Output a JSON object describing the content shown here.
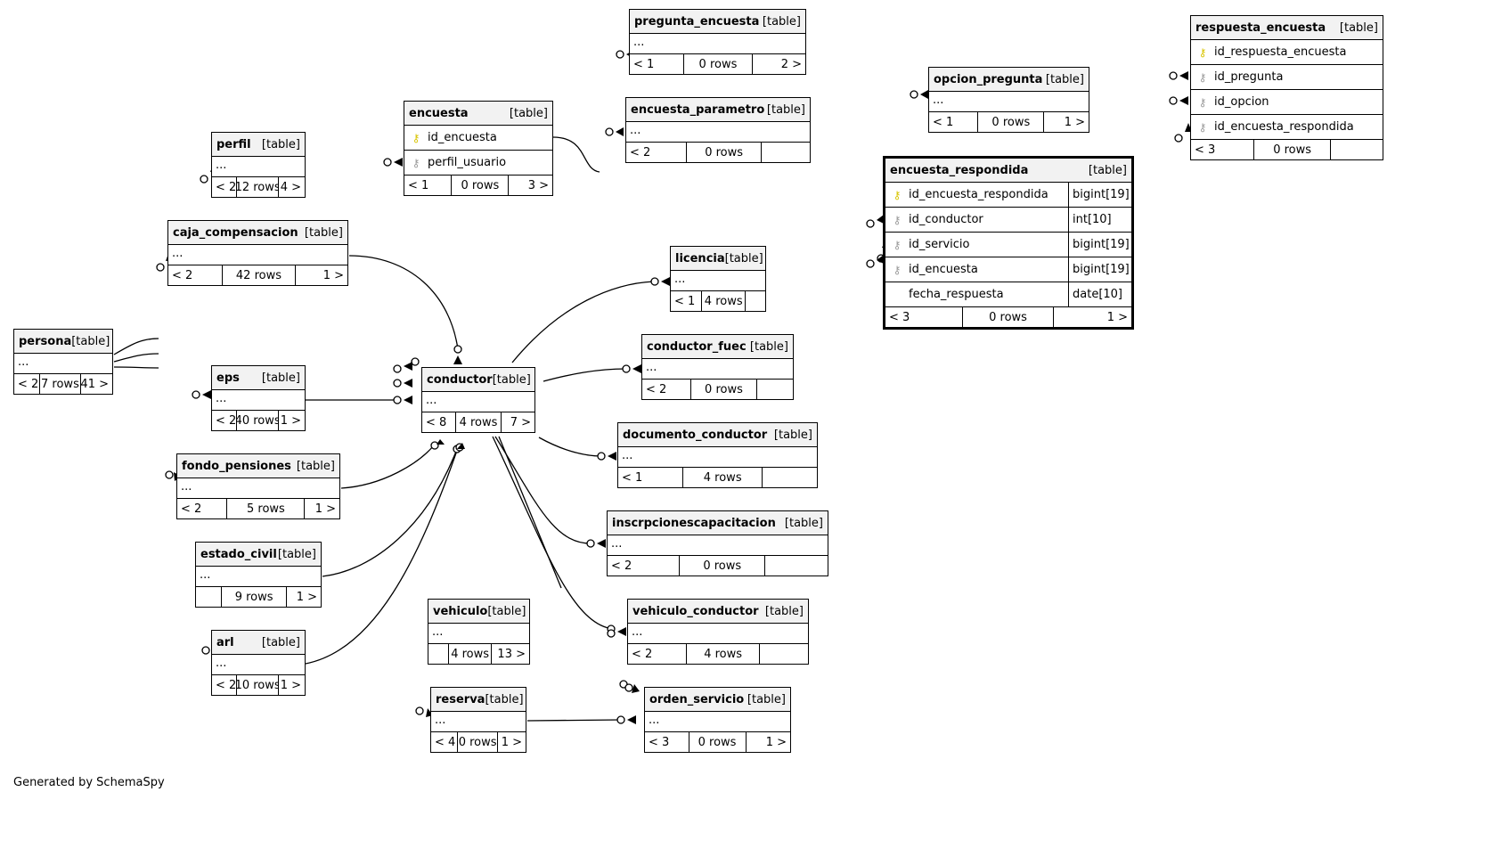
{
  "footer_note": "Generated by SchemaSpy",
  "tables": [
    {
      "id": "pregunta_encuesta",
      "name": "pregunta_encuesta",
      "type": "[table]",
      "columns": [],
      "stats": [
        "< 1",
        "0 rows",
        "2 >"
      ],
      "focus": false
    },
    {
      "id": "respuesta_encuesta",
      "name": "respuesta_encuesta",
      "type": "[table]",
      "columns": [
        {
          "name": "id_respuesta_encuesta",
          "key": "pk"
        },
        {
          "name": "id_pregunta",
          "key": "fk"
        },
        {
          "name": "id_opcion",
          "key": "fk"
        },
        {
          "name": "id_encuesta_respondida",
          "key": "fk"
        }
      ],
      "stats": [
        "< 3",
        "0 rows",
        ""
      ],
      "focus": false
    },
    {
      "id": "opcion_pregunta",
      "name": "opcion_pregunta",
      "type": "[table]",
      "columns": [],
      "stats": [
        "< 1",
        "0 rows",
        "1 >"
      ],
      "focus": false
    },
    {
      "id": "encuesta",
      "name": "encuesta",
      "type": "[table]",
      "columns": [
        {
          "name": "id_encuesta",
          "key": "pk"
        },
        {
          "name": "perfil_usuario",
          "key": "fk"
        }
      ],
      "stats": [
        "< 1",
        "0 rows",
        "3 >"
      ],
      "focus": false
    },
    {
      "id": "encuesta_parametro",
      "name": "encuesta_parametro",
      "type": "[table]",
      "columns": [],
      "stats": [
        "< 2",
        "0 rows",
        ""
      ],
      "focus": false
    },
    {
      "id": "perfil",
      "name": "perfil",
      "type": "[table]",
      "columns": [],
      "stats": [
        "< 2",
        "12 rows",
        "4 >"
      ],
      "focus": false
    },
    {
      "id": "encuesta_respondida",
      "name": "encuesta_respondida",
      "type": "[table]",
      "columns": [
        {
          "name": "id_encuesta_respondida",
          "key": "pk",
          "type": "bigint[19]"
        },
        {
          "name": "id_conductor",
          "key": "fk",
          "type": "int[10]"
        },
        {
          "name": "id_servicio",
          "key": "fk",
          "type": "bigint[19]"
        },
        {
          "name": "id_encuesta",
          "key": "fk",
          "type": "bigint[19]"
        },
        {
          "name": "fecha_respuesta",
          "key": "none",
          "type": "date[10]"
        }
      ],
      "stats": [
        "< 3",
        "0 rows",
        "1 >"
      ],
      "focus": true
    },
    {
      "id": "caja_compensacion",
      "name": "caja_compensacion",
      "type": "[table]",
      "columns": [],
      "stats": [
        "< 2",
        "42 rows",
        "1 >"
      ],
      "focus": false
    },
    {
      "id": "licencia",
      "name": "licencia",
      "type": "[table]",
      "columns": [],
      "stats": [
        "< 1",
        "4 rows",
        ""
      ],
      "focus": false
    },
    {
      "id": "persona",
      "name": "persona",
      "type": "[table]",
      "columns": [],
      "stats": [
        "< 2",
        "7 rows",
        "41 >"
      ],
      "focus": false
    },
    {
      "id": "conductor_fuec",
      "name": "conductor_fuec",
      "type": "[table]",
      "columns": [],
      "stats": [
        "< 2",
        "0 rows",
        ""
      ],
      "focus": false
    },
    {
      "id": "eps",
      "name": "eps",
      "type": "[table]",
      "columns": [],
      "stats": [
        "< 2",
        "40 rows",
        "1 >"
      ],
      "focus": false
    },
    {
      "id": "conductor",
      "name": "conductor",
      "type": "[table]",
      "columns": [],
      "stats": [
        "< 8",
        "4 rows",
        "7 >"
      ],
      "focus": false
    },
    {
      "id": "documento_conductor",
      "name": "documento_conductor",
      "type": "[table]",
      "columns": [],
      "stats": [
        "< 1",
        "4 rows",
        ""
      ],
      "focus": false
    },
    {
      "id": "fondo_pensiones",
      "name": "fondo_pensiones",
      "type": "[table]",
      "columns": [],
      "stats": [
        "< 2",
        "5 rows",
        "1 >"
      ],
      "focus": false
    },
    {
      "id": "inscrpcionescapacitacion",
      "name": "inscrpcionescapacitacion",
      "type": "[table]",
      "columns": [],
      "stats": [
        "< 2",
        "0 rows",
        ""
      ],
      "focus": false
    },
    {
      "id": "estado_civil",
      "name": "estado_civil",
      "type": "[table]",
      "columns": [],
      "stats": [
        "",
        "9 rows",
        "1 >"
      ],
      "focus": false
    },
    {
      "id": "vehiculo",
      "name": "vehiculo",
      "type": "[table]",
      "columns": [],
      "stats": [
        "",
        "4 rows",
        "13 >"
      ],
      "focus": false
    },
    {
      "id": "vehiculo_conductor",
      "name": "vehiculo_conductor",
      "type": "[table]",
      "columns": [],
      "stats": [
        "< 2",
        "4 rows",
        ""
      ],
      "focus": false
    },
    {
      "id": "arl",
      "name": "arl",
      "type": "[table]",
      "columns": [],
      "stats": [
        "< 2",
        "10 rows",
        "1 >"
      ],
      "focus": false
    },
    {
      "id": "reserva",
      "name": "reserva",
      "type": "[table]",
      "columns": [],
      "stats": [
        "< 4",
        "0 rows",
        "1 >"
      ],
      "focus": false
    },
    {
      "id": "orden_servicio",
      "name": "orden_servicio",
      "type": "[table]",
      "columns": [],
      "stats": [
        "< 3",
        "0 rows",
        "1 >"
      ],
      "focus": false
    }
  ]
}
